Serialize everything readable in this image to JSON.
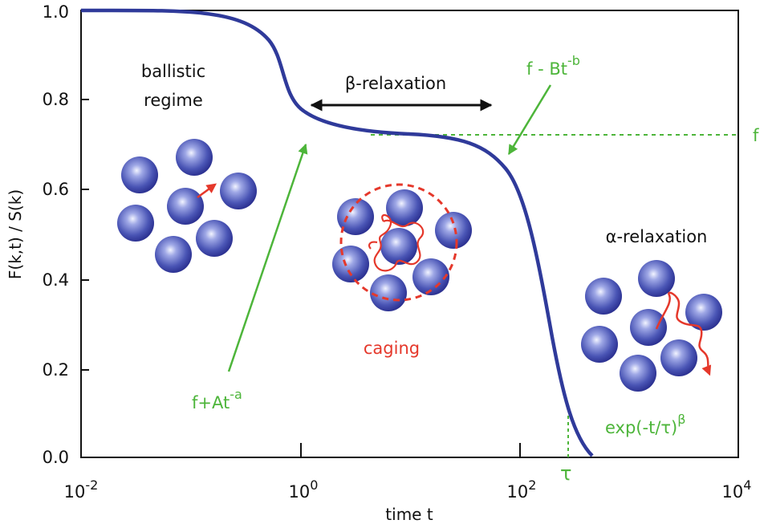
{
  "colors": {
    "curve": "#2f3a9a",
    "green": "#4db53a",
    "red": "#e5382b",
    "axis": "#111111",
    "particle_dark": "#2a2f8f",
    "particle_light": "#e8ecff"
  },
  "axes": {
    "ylabel": "F(k,t) / S(k)",
    "xlabel": "time t",
    "y_ticks": [
      "0.0",
      "0.2",
      "0.4",
      "0.6",
      "0.8",
      "1.0"
    ],
    "x_ticks": [
      {
        "base": "10",
        "exp": "-2"
      },
      {
        "base": "10",
        "exp": "0"
      },
      {
        "base": "10",
        "exp": "2"
      },
      {
        "base": "10",
        "exp": "4"
      }
    ],
    "x_range_log10": [
      -2,
      4
    ],
    "y_range": [
      0,
      1
    ]
  },
  "labels": {
    "ballistic_line1": "ballistic",
    "ballistic_line2": "regime",
    "beta_relaxation": "β-relaxation",
    "alpha_relaxation": "α-relaxation",
    "caging": "caging",
    "plateau_f": "f",
    "f_minus_base": "f - Bt",
    "f_minus_exp": "-b",
    "f_plus_base": "f+At",
    "f_plus_exp": "-a",
    "exp_base": "exp(-t/τ)",
    "exp_exp": "β",
    "tau": "τ"
  }
}
